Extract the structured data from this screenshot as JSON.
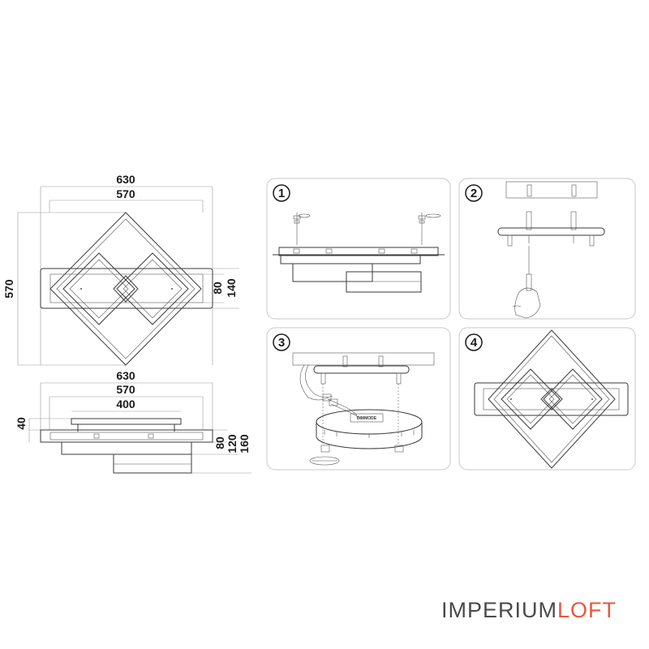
{
  "top_view": {
    "width_outer": "630",
    "width_inner": "570",
    "height": "570",
    "bar_height_inner": "80",
    "bar_height_outer": "140"
  },
  "side_view": {
    "width_outer": "630",
    "width_inner": "570",
    "mount_width": "400",
    "mount_height": "40",
    "height_a": "80",
    "height_b": "120",
    "height_c": "160"
  },
  "steps": [
    {
      "number": "1"
    },
    {
      "number": "2"
    },
    {
      "number": "3",
      "driver_label": "DIMMODE"
    },
    {
      "number": "4"
    }
  ],
  "brand": {
    "part1": "IMPERIUM",
    "part2": "LOFT",
    "color1": "#4a4a4a",
    "color2": "#e8573f"
  }
}
